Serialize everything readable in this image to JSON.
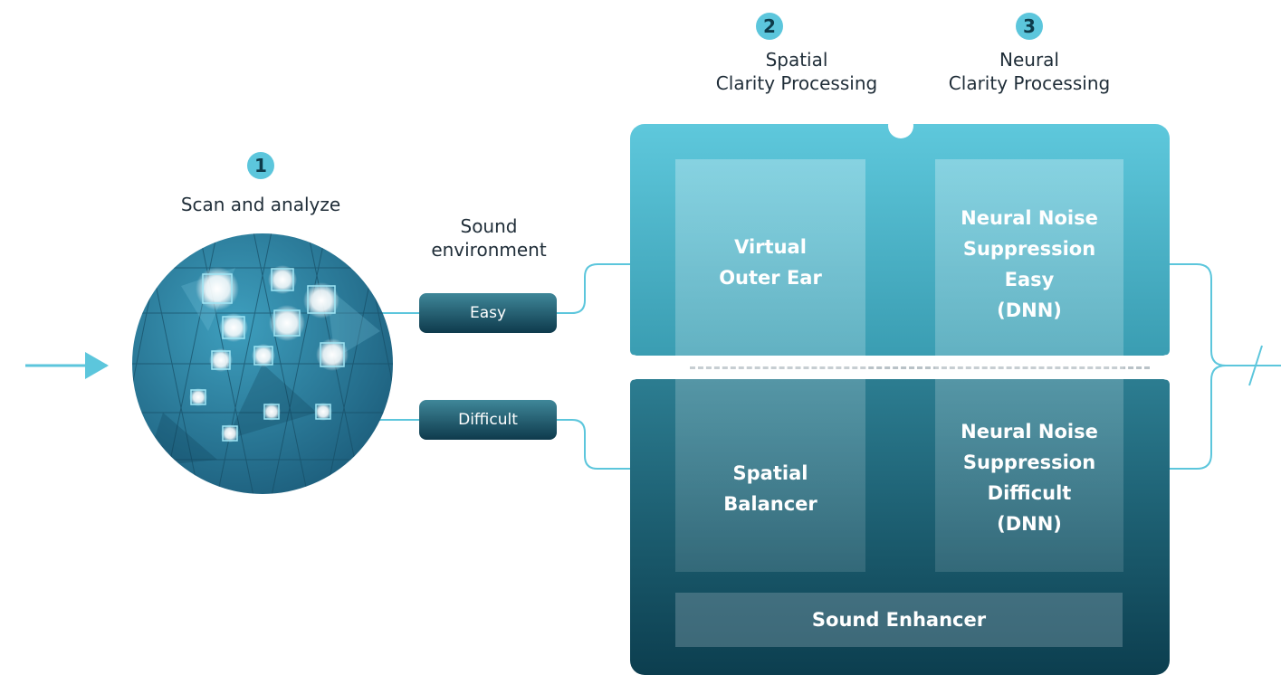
{
  "steps": [
    {
      "number": "1",
      "label": "Scan and analyze"
    },
    {
      "number": "2",
      "label_line1": "Spatial",
      "label_line2": "Clarity Processing"
    },
    {
      "number": "3",
      "label_line1": "Neural",
      "label_line2": "Clarity Processing"
    }
  ],
  "sound_environment": {
    "label_line1": "Sound",
    "label_line2": "environment",
    "options": [
      "Easy",
      "Difficult"
    ]
  },
  "processing": {
    "virtual_outer_ear": [
      "Virtual",
      "Outer Ear"
    ],
    "spatial_balancer": [
      "Spatial",
      "Balancer"
    ],
    "nns_easy": [
      "Neural Noise",
      "Suppression",
      "Easy",
      "(DNN)"
    ],
    "nns_difficult": [
      "Neural Noise",
      "Suppression",
      "Difficult",
      "(DNN)"
    ],
    "sound_enhancer": "Sound Enhancer"
  },
  "colors": {
    "accent": "#5cc6dc",
    "panel_top": "#5ec8dc",
    "panel_bottom": "#0c3e4f",
    "sphere": "#2a7fa0"
  },
  "icons": [
    "bird-icon",
    "plane-icon",
    "people-icon",
    "music-icon",
    "face-icon",
    "radio-icon",
    "bike-icon",
    "hand-icon",
    "car-icon",
    "person-icon",
    "leaf-icon",
    "boat-icon"
  ]
}
